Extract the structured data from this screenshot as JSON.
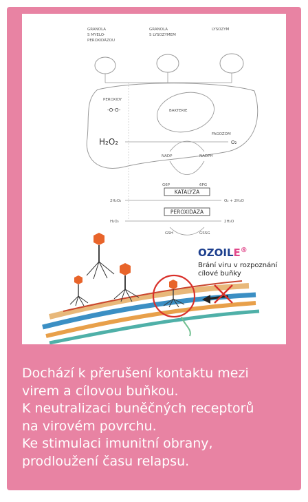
{
  "diagram": {
    "granule_labels": {
      "myeloperoxidase": [
        "GRANOLA",
        "S MYELO-",
        "PEROXIDÁZOU"
      ],
      "lysozyme_granule": [
        "GRANOLA",
        "S LYSOZYMEM"
      ],
      "lysozyme": "LYSOZYM"
    },
    "peroxidy": "PEROXIDY",
    "bakterie": "BAKTERIE",
    "fagozom": "FAGOZOM",
    "h2o2": "H₂O₂",
    "o2": "O₂",
    "nadp": "NADP",
    "nadph": "NADPH",
    "g6p": "G6P",
    "6pgd": "6PG",
    "katalyza": "KATALÝZA",
    "peroxidaza": "PEROXIDÁZA",
    "h2o2_left_1": "2H₂O₂",
    "h2o2_left_2": "H₂O₂",
    "katalyza_right": "O₂ + 2H₂O",
    "peroxidaza_right": "2H₂O",
    "gsh": "GSH",
    "gssg": "GSSG",
    "logo_main": "OZOIL",
    "logo_letter": "E",
    "logo_sup": "®",
    "description": [
      "Brání viru v rozpoznání",
      "cílové buňky"
    ]
  },
  "caption": [
    "Dochází k přerušení kontaktu mezi",
    "virem a cílovou buňkou.",
    "K neutralizaci buněčných receptorů",
    "na virovém povrchu.",
    "Ke stimulaci imunitní obrany,",
    "prodloužení času relapsu."
  ],
  "colors": {
    "card": "#e883a3",
    "logo_blue": "#1d3f8e",
    "logo_pink": "#e0478a",
    "cross_red": "#d9302a",
    "virus_orange": "#e8642a"
  }
}
